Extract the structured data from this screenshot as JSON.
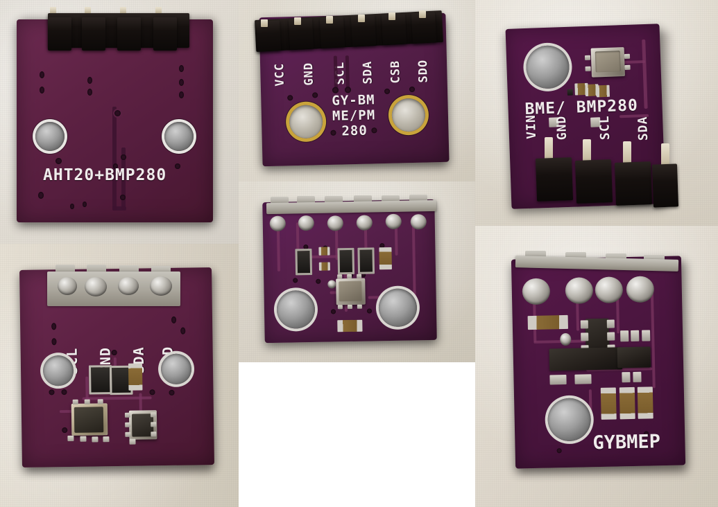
{
  "image": {
    "title": "Sensor breakout board photo collage",
    "layout": "2-row collage of six close-up photographs of purple PCB sensor breakout modules",
    "panel_count": 6,
    "background_color": "#ffffff",
    "pcb_color": "#5e2244",
    "silkscreen_color": "#f0ecec",
    "wall_color": "#ddd8cf",
    "header_pin_color": "#12100e",
    "gold_ring_color": "#c9a33b"
  },
  "panels": [
    {
      "id": "panel-top-left",
      "position": "top-left",
      "view": "bottom side of board",
      "silkscreen": [
        "AHT20+BMP280"
      ],
      "pin_labels": [],
      "features": [
        "6-pin black male header along top edge",
        "two large mounting holes",
        "routed trace loop",
        "multiple vias"
      ]
    },
    {
      "id": "panel-top-middle",
      "position": "top-middle",
      "view": "bottom side, 6-pin board",
      "silkscreen": [
        "GY-BM",
        "ME/PM",
        "280"
      ],
      "pin_labels": [
        "VCC",
        "GND",
        "SCL",
        "SDA",
        "CSB",
        "SDO"
      ],
      "features": [
        "6-pin black header along top",
        "two gold-ring mounting holes"
      ]
    },
    {
      "id": "panel-top-right",
      "position": "top-right",
      "view": "top side, component side",
      "silkscreen": [
        "BME/ BMP280"
      ],
      "pin_labels": [
        "VIN",
        "GND",
        "SCL",
        "SDA"
      ],
      "features": [
        "metal BME280 sensor can",
        "large mounting hole",
        "three gold SMD pads",
        "4-pin black header at bottom"
      ]
    },
    {
      "id": "panel-bottom-left",
      "position": "bottom-left",
      "view": "top side, component side",
      "silkscreen": [],
      "pin_labels": [
        "SCL",
        "GND",
        "SDA",
        "VDD"
      ],
      "features": [
        "4-pin soldered header with grey plastic shroud",
        "three SMD components",
        "AHT20 sensor package",
        "BMP280 sensor package",
        "two mounting holes"
      ]
    },
    {
      "id": "panel-bottom-middle",
      "position": "bottom-middle",
      "view": "top side, component side",
      "silkscreen": [],
      "pin_labels": [],
      "features": [
        "6 solder joints in a row",
        "six SMD components",
        "central BME280 metal sensor",
        "two large mounting holes",
        "resistor at bottom"
      ]
    },
    {
      "id": "panel-bottom-right",
      "position": "bottom-right",
      "view": "top side, component side",
      "silkscreen": [
        "GYBMEP"
      ],
      "pin_labels": [],
      "features": [
        "4 large solder blobs along top",
        "black SOT-23 regulator",
        "SMD resistor array",
        "one mounting hole",
        "three vertical resistors"
      ]
    }
  ]
}
